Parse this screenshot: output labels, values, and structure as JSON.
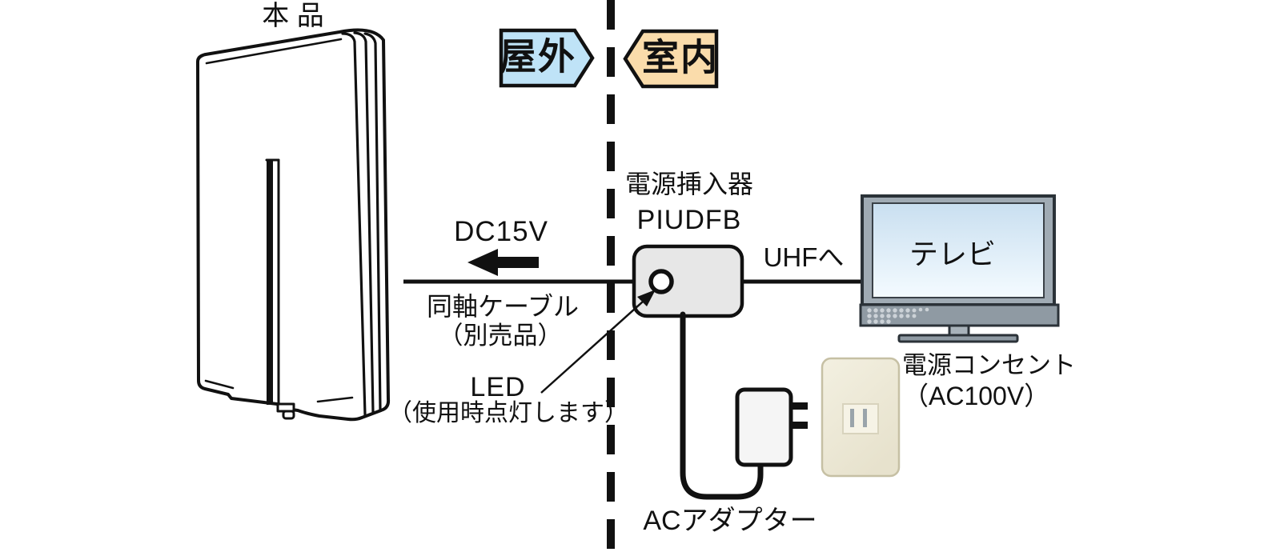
{
  "diagram": {
    "product_label": "本 品",
    "zones": {
      "outdoor": "屋外",
      "indoor": "室内"
    },
    "power_inserter": {
      "name": "電源挿入器",
      "model": "PIUDFB"
    },
    "coax": {
      "voltage": "DC15V",
      "name": "同軸ケーブル",
      "note": "（別売品）"
    },
    "led": {
      "label": "LED",
      "note": "（使用時点灯します）"
    },
    "uhf_label": "UHFへ",
    "tv_label": "テレビ",
    "outlet": {
      "name": "電源コンセント",
      "spec": "（AC100V）"
    },
    "adapter_label": "ACアダプター",
    "colors": {
      "outdoor_badge": "#bfe3f7",
      "indoor_badge": "#fadcab",
      "inserter_box": "#e7e7e7",
      "tv_frame": "#a0abb4",
      "tv_bezel": "#8f9aa3",
      "tv_screen_top": "#c9dff0",
      "tv_screen_bottom": "#f4fbff",
      "outlet_body": "#eae6d3",
      "line": "#111111"
    }
  }
}
